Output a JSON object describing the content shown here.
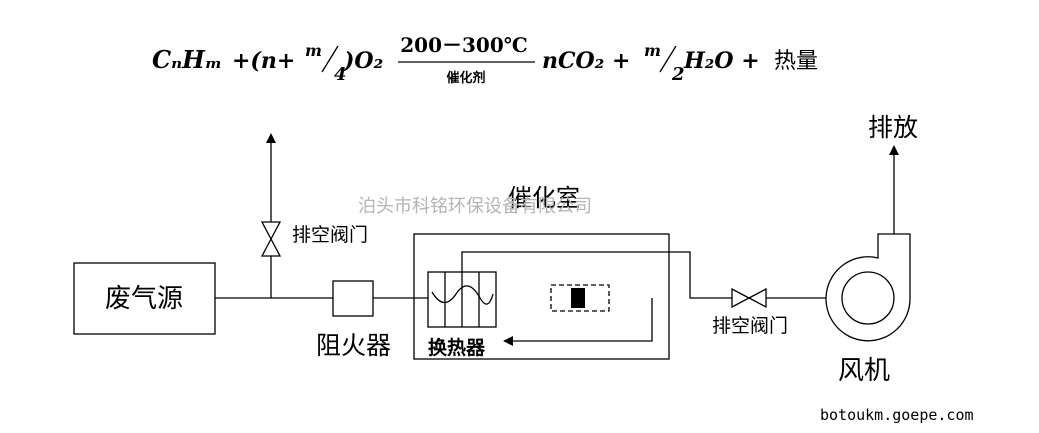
{
  "equation": {
    "reactant_hc": "CₙHₘ",
    "plus_open": "+(n+",
    "m_num": "m",
    "four_den": "4",
    "o2": ")O₂",
    "condition_top": "200－300℃",
    "condition_bottom": "催化剂",
    "product_co2": "nCO₂ + ",
    "m_num2": "m",
    "two_den": "2",
    "product_h2o": "H₂O + ",
    "heat": "热量"
  },
  "labels": {
    "exhaust_top": "排放",
    "vent_valve_top": "排空阀门",
    "catalytic_chamber": "催化室",
    "waste_gas_source": "废气源",
    "flame_arrester": "阻火器",
    "heat_exchanger": "换热器",
    "vent_valve_bottom": "排空阀门",
    "fan": "风机"
  },
  "watermark": "泊头市科铭环保设备有限公司",
  "site_url": "botoukm.goepe.com"
}
